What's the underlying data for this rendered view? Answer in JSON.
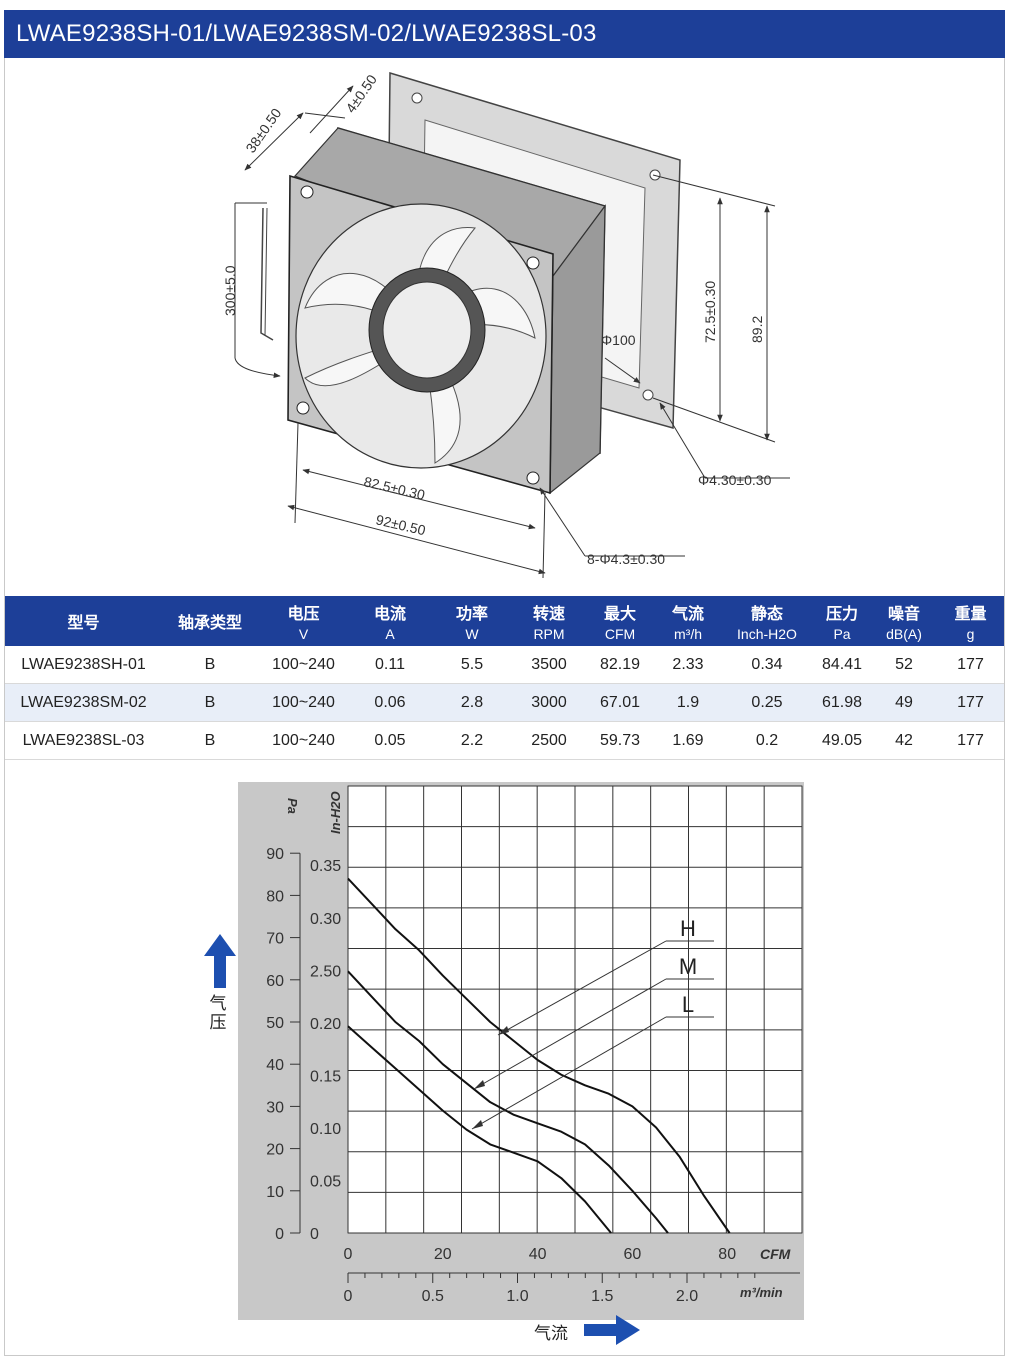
{
  "header": {
    "title": "LWAE9238SH-01/LWAE9238SM-02/LWAE9238SL-03"
  },
  "drawing": {
    "dimensions": [
      "38±0.50",
      "4±0.50",
      "300±5.0",
      "72.5±0.30",
      "89.2",
      "Φ100",
      "Φ4.30±0.30",
      "82.5±0.30",
      "92±0.50",
      "8-Φ4.3±0.30"
    ]
  },
  "table": {
    "headers": [
      {
        "label": "型号",
        "unit": ""
      },
      {
        "label": "轴承类型",
        "unit": ""
      },
      {
        "label": "电压",
        "unit": "V"
      },
      {
        "label": "电流",
        "unit": "A"
      },
      {
        "label": "功率",
        "unit": "W"
      },
      {
        "label": "转速",
        "unit": "RPM"
      },
      {
        "label": "最大",
        "unit": "CFM"
      },
      {
        "label": "气流",
        "unit": "m³/h"
      },
      {
        "label": "静态",
        "unit": "Inch-H2O"
      },
      {
        "label": "压力",
        "unit": "Pa"
      },
      {
        "label": "噪音",
        "unit": "dB(A)"
      },
      {
        "label": "重量",
        "unit": "g"
      }
    ],
    "rows": [
      [
        "LWAE9238SH-01",
        "B",
        "100~240",
        "0.11",
        "5.5",
        "3500",
        "82.19",
        "2.33",
        "0.34",
        "84.41",
        "52",
        "177"
      ],
      [
        "LWAE9238SM-02",
        "B",
        "100~240",
        "0.06",
        "2.8",
        "3000",
        "67.01",
        "1.9",
        "0.25",
        "61.98",
        "49",
        "177"
      ],
      [
        "LWAE9238SL-03",
        "B",
        "100~240",
        "0.05",
        "2.2",
        "2500",
        "59.73",
        "1.69",
        "0.2",
        "49.05",
        "42",
        "177"
      ]
    ]
  },
  "chart_data": {
    "type": "line",
    "xlabel": "CFM",
    "xlabel2": "m³/min",
    "ylabel": "Pa",
    "ylabel2": "In-H2O",
    "side_ylabel": "气压",
    "side_xlabel": "气流",
    "xlim": [
      0,
      100
    ],
    "ylim": [
      0,
      100
    ],
    "x_ticks": [
      "0",
      "20",
      "40",
      "60",
      "80"
    ],
    "x_ticks_values": [
      0,
      20,
      40,
      60,
      80
    ],
    "x2_ticks": [
      "0",
      "0.5",
      "1.0",
      "1.5",
      "2.0"
    ],
    "x2_ticks_values": [
      0,
      0.5,
      1.0,
      1.5,
      2.0
    ],
    "y_ticks": [
      "0",
      "10",
      "20",
      "30",
      "40",
      "50",
      "60",
      "70",
      "80",
      "90"
    ],
    "y_ticks_values": [
      0,
      10,
      20,
      30,
      40,
      50,
      60,
      70,
      80,
      90
    ],
    "y2_ticks": [
      "0",
      "0.05",
      "0.10",
      "0.15",
      "0.20",
      "2.50",
      "0.30",
      "0.35"
    ],
    "y2_ticks_values": [
      0,
      12.45,
      24.9,
      37.35,
      49.8,
      62.25,
      74.7,
      87.15
    ],
    "grid": true,
    "series": [
      {
        "name": "H",
        "x": [
          0,
          5,
          10,
          15,
          20,
          25,
          30,
          35,
          40,
          45,
          50,
          55,
          60,
          65,
          70,
          75,
          80.5
        ],
        "y": [
          84,
          78,
          72,
          67,
          61,
          55.5,
          50,
          45.5,
          41,
          37.5,
          35,
          33,
          30,
          25,
          18,
          9,
          0
        ]
      },
      {
        "name": "M",
        "x": [
          0,
          5,
          10,
          15,
          20,
          25,
          30,
          35,
          40,
          45,
          50,
          55,
          60,
          65,
          67.5
        ],
        "y": [
          62,
          56,
          50,
          45.5,
          40,
          35.5,
          31,
          28,
          26,
          24,
          21,
          16,
          10,
          3.5,
          0
        ]
      },
      {
        "name": "L",
        "x": [
          0,
          5,
          10,
          15,
          20,
          25,
          30,
          35,
          40,
          45,
          50,
          55.5
        ],
        "y": [
          49,
          44,
          39,
          34,
          29,
          24.5,
          21,
          19,
          17,
          13,
          7.5,
          0
        ]
      }
    ],
    "legend": [
      "H",
      "M",
      "L"
    ],
    "colors": {
      "curve": "#111111",
      "grid": "#333333",
      "axis_panel": "#c8c8c8",
      "arrow": "#1d4fb0"
    }
  }
}
